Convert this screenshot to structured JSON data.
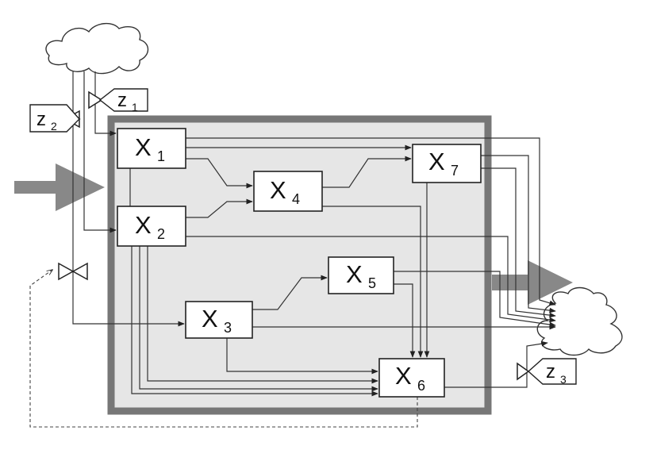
{
  "nodes": [
    {
      "id": "x1",
      "main": "X",
      "sub": "1"
    },
    {
      "id": "x2",
      "main": "X",
      "sub": "2"
    },
    {
      "id": "x3",
      "main": "X",
      "sub": "3"
    },
    {
      "id": "x4",
      "main": "X",
      "sub": "4"
    },
    {
      "id": "x5",
      "main": "X",
      "sub": "5"
    },
    {
      "id": "x6",
      "main": "X",
      "sub": "6"
    },
    {
      "id": "x7",
      "main": "X",
      "sub": "7"
    }
  ],
  "controls": [
    {
      "id": "z1",
      "main": "z",
      "sub": "1"
    },
    {
      "id": "z2",
      "main": "z",
      "sub": "2"
    },
    {
      "id": "z3",
      "main": "z",
      "sub": "3"
    }
  ],
  "colors": {
    "system_frame": "#777777",
    "system_fill": "#e6e6e6",
    "big_arrow": "#888888",
    "box_fill": "#ffffff",
    "line": "#333333"
  }
}
